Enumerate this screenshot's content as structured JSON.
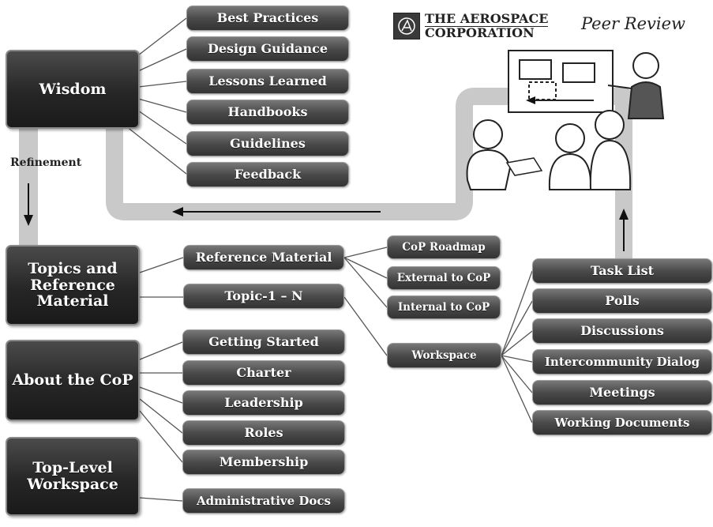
{
  "header": {
    "logo_line1": "THE AEROSPACE",
    "logo_line2": "CORPORATION",
    "peer_review": "Peer Review",
    "logo_icon": "aerospace-logo-icon"
  },
  "refinement_label": "Refinement",
  "wisdom": {
    "title": "Wisdom",
    "items": [
      "Best Practices",
      "Design Guidance",
      "Lessons Learned",
      "Handbooks",
      "Guidelines",
      "Feedback"
    ]
  },
  "topics": {
    "title_line1": "Topics and",
    "title_line2": "Reference",
    "title_line3": "Material",
    "reference_material": "Reference Material",
    "topic_n": "Topic-1 – N",
    "reference_children": [
      "CoP Roadmap",
      "External to CoP",
      "Internal to CoP"
    ],
    "workspace": "Workspace"
  },
  "workspace_items": [
    "Task List",
    "Polls",
    "Discussions",
    "Intercommunity Dialog",
    "Meetings",
    "Working Documents"
  ],
  "about": {
    "title": "About the CoP",
    "items": [
      "Getting Started",
      "Charter",
      "Leadership",
      "Roles",
      "Membership"
    ]
  },
  "top_level": {
    "title_line1": "Top-Level",
    "title_line2": "Workspace",
    "items": [
      "Administrative Docs"
    ]
  },
  "colors": {
    "flow_band": "#c9c9c9",
    "connector": "#555555",
    "arrow": "#111111"
  }
}
